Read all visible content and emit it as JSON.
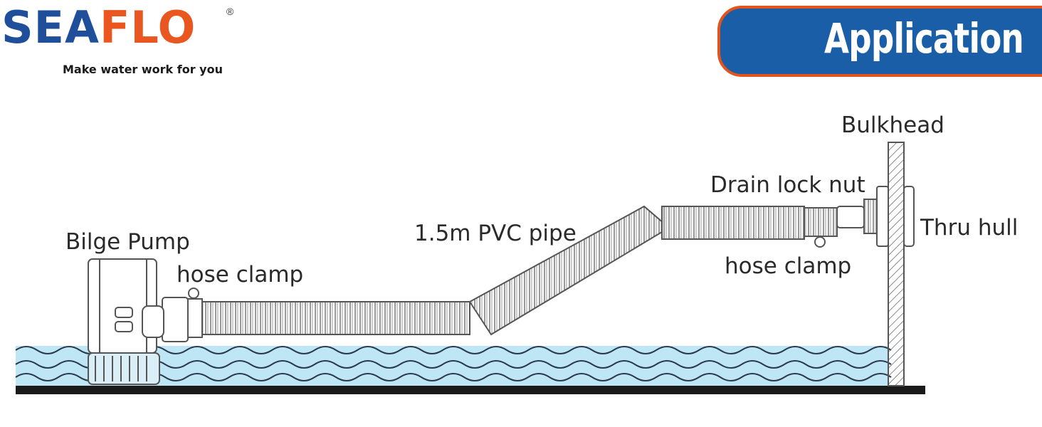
{
  "brand": {
    "logo_part1": "SEA",
    "logo_part2": "FLO",
    "registered": "®",
    "tagline": "Make water work for you"
  },
  "header": {
    "badge": "Application"
  },
  "diagram": {
    "labels": {
      "bulkhead": "Bulkhead",
      "drain_lock_nut": "Drain lock nut",
      "thru_hull": "Thru hull",
      "bilge_pump": "Bilge Pump",
      "hose_clamp_left": "hose clamp",
      "pvc_pipe": "1.5m PVC pipe",
      "hose_clamp_right": "hose clamp"
    },
    "colors": {
      "water": "#bfe6f5",
      "wave_lines": "#2a3a4a",
      "floor": "#1a1a1a",
      "outline": "#555555"
    }
  }
}
